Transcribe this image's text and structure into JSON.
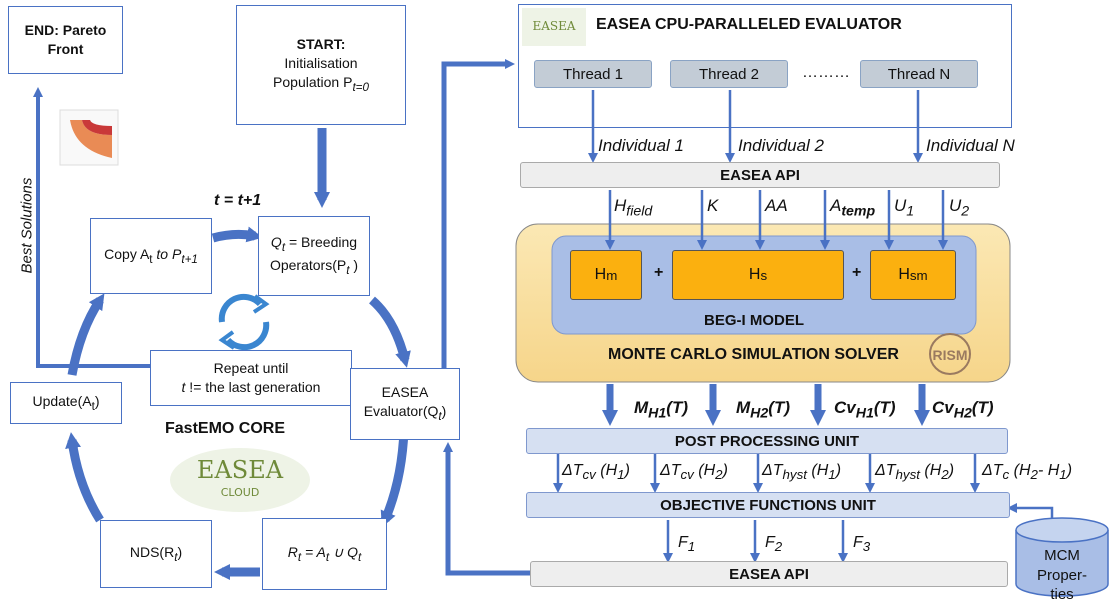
{
  "left": {
    "end_box": "END: Pareto Front",
    "start_box": {
      "line1": "START:",
      "line2": "Initialisation",
      "line3": "Population P",
      "line3_sub": "t=0"
    },
    "best_solutions": "Best Solutions",
    "increment": "t = t+1",
    "copy_box": {
      "text": "Copy A",
      "sub1": "t",
      "to": " to P",
      "sub2": "t+1"
    },
    "breeding_box": {
      "q": "Q",
      "q_sub": "t",
      "line1": " = Breeding",
      "line2": "Operators(P",
      "line2_sub": "t",
      "line2_end": " )"
    },
    "repeat_box": {
      "line1": "Repeat until",
      "line2": " != the last generation",
      "t": "t"
    },
    "update_box": {
      "text": "Update(A",
      "sub": "t",
      "end": ")"
    },
    "evaluator_box": {
      "line1": "EASEA",
      "line2": "Evaluator(Q",
      "sub": "t",
      "end": ")"
    },
    "core_label": "FastEMO CORE",
    "logo_text": "EASEA",
    "logo_sub": "CLOUD",
    "nds_box": {
      "text": "NDS(R",
      "sub": "t",
      "end": ")"
    },
    "union_box": {
      "r": "R",
      "r_sub": "t",
      "eq": " = A",
      "a_sub": "t",
      "union": " ∪ Q",
      "q_sub": "t"
    }
  },
  "right": {
    "header": "EASEA CPU-PARALLELED EVALUATOR",
    "header_logo": "EASEA",
    "threads": [
      "Thread 1",
      "Thread 2",
      "Thread N"
    ],
    "dots": "………",
    "individuals": [
      "Individual 1",
      "Individual 2",
      "Individual N"
    ],
    "api_top": "EASEA API",
    "inputs": [
      {
        "main": "H",
        "sub": "field"
      },
      {
        "main": "K",
        "sub": ""
      },
      {
        "main": "AA",
        "sub": ""
      },
      {
        "main": "A",
        "sub": "temp"
      },
      {
        "main": "U",
        "sub": "1"
      },
      {
        "main": "U",
        "sub": "2"
      }
    ],
    "hm": {
      "main": "H",
      "sub": "m"
    },
    "hs": {
      "main": "H",
      "sub": "s"
    },
    "hsm": {
      "main": "H",
      "sub": "sm"
    },
    "plus": "+",
    "model_label": "BEG-I MODEL",
    "solver_label": "MONTE CARLO SIMULATION SOLVER",
    "solver_logo": "RISM",
    "outputs": [
      {
        "main": "M",
        "sub": "H1",
        "end": "(T)"
      },
      {
        "main": "M",
        "sub": "H2",
        "end": "(T)"
      },
      {
        "main": "Cv",
        "sub": "H1",
        "end": "(T)"
      },
      {
        "main": "Cv",
        "sub": "H2",
        "end": "(T)"
      }
    ],
    "post_unit": "POST PROCESSING UNIT",
    "deltas": [
      {
        "main": "ΔT",
        "sub": "cv",
        "arg": " (H",
        "argsub": "1",
        "end": ")"
      },
      {
        "main": "ΔT",
        "sub": "cv",
        "arg": " (H",
        "argsub": "2",
        "end": ")"
      },
      {
        "main": "ΔT",
        "sub": "hyst",
        "arg": " (H",
        "argsub": "1",
        "end": ")"
      },
      {
        "main": "ΔT",
        "sub": "hyst",
        "arg": " (H",
        "argsub": "2",
        "end": ")"
      },
      {
        "main": "ΔT",
        "sub": "c",
        "arg": " (H",
        "argsub": "2",
        "end": "- H",
        "end_sub": "1",
        "end2": ")"
      }
    ],
    "obj_unit": "OBJECTIVE FUNCTIONS UNIT",
    "fs": [
      {
        "main": "F",
        "sub": "1"
      },
      {
        "main": "F",
        "sub": "2"
      },
      {
        "main": "F",
        "sub": "3"
      }
    ],
    "api_bottom": "EASEA API",
    "mcm": "MCM Proper-ties"
  }
}
